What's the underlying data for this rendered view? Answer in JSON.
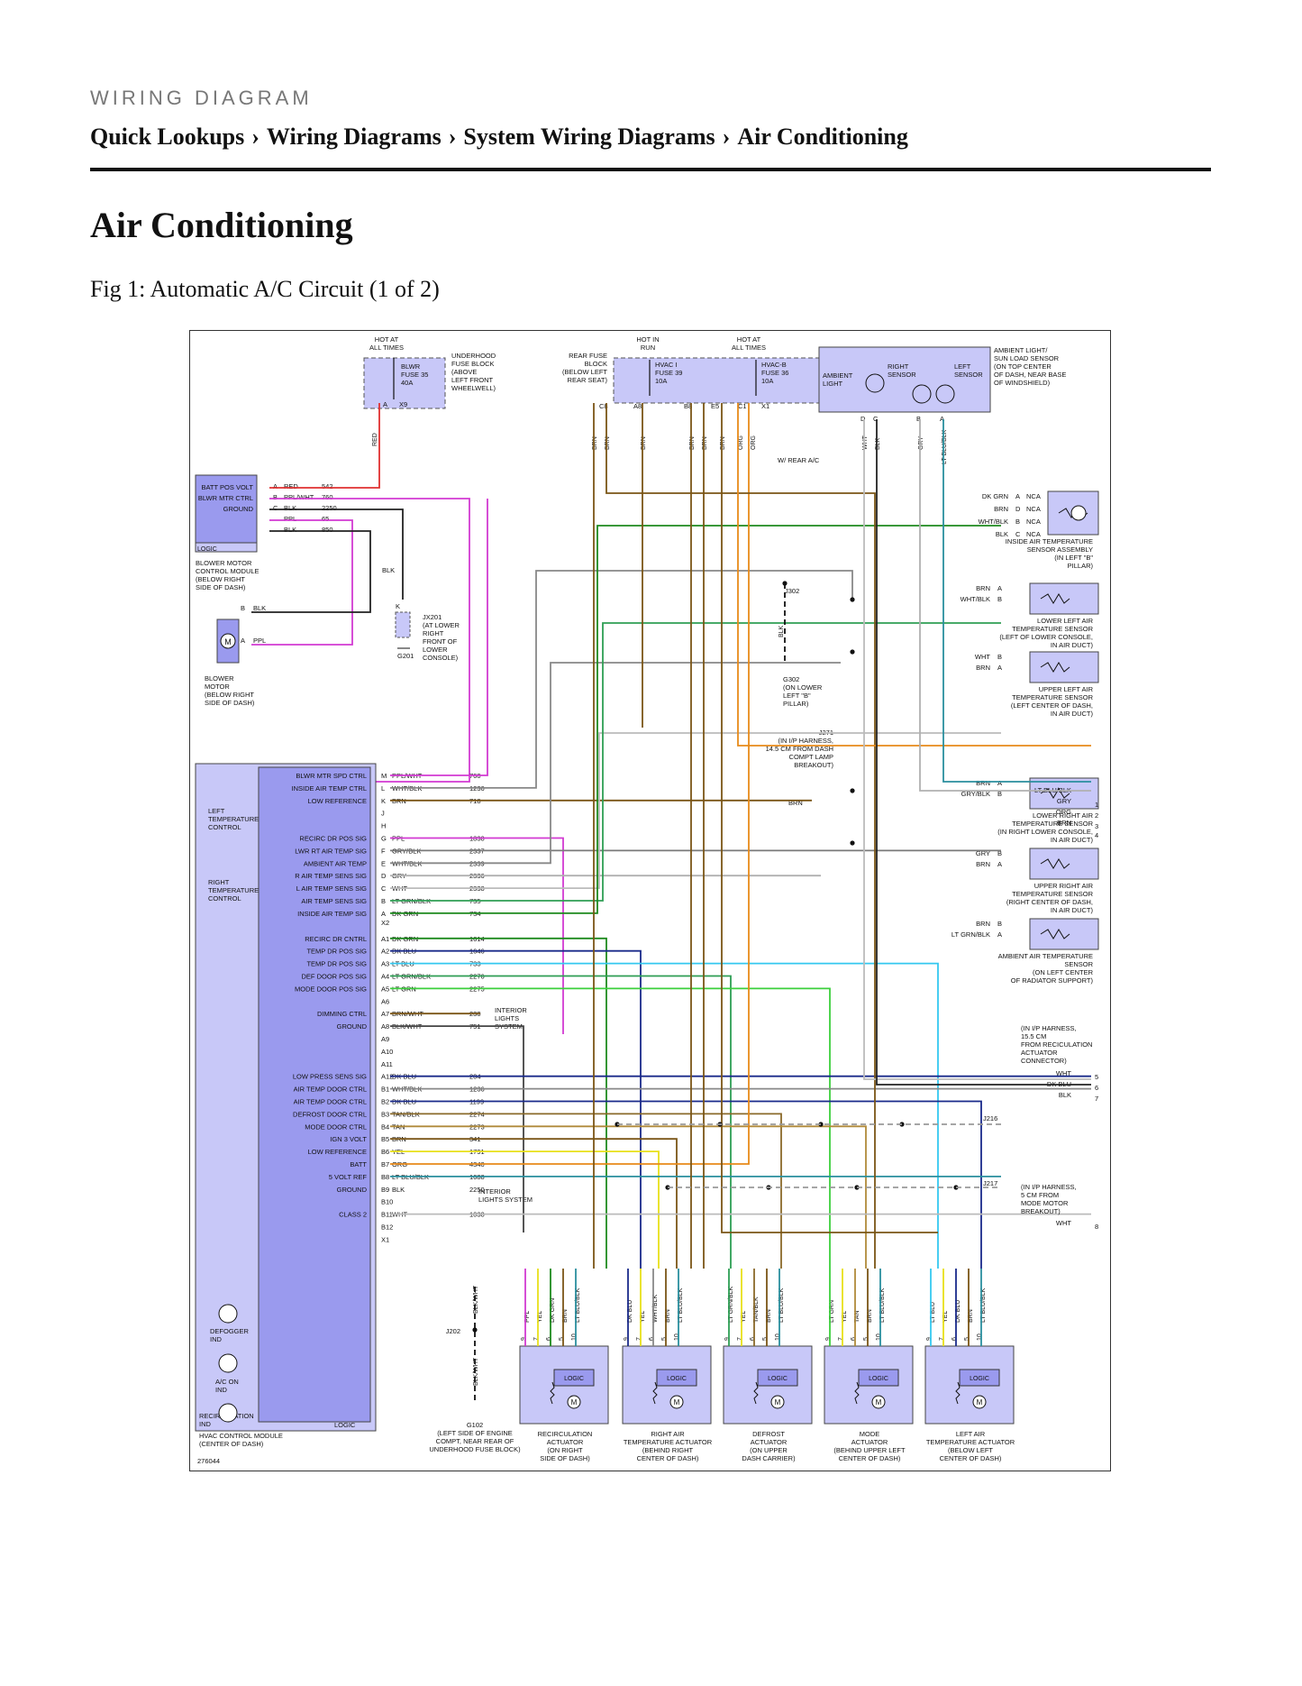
{
  "header": {
    "kicker": "WIRING DIAGRAM",
    "breadcrumb": [
      "Quick Lookups",
      "Wiring Diagrams",
      "System Wiring Diagrams",
      "Air Conditioning"
    ],
    "separator": "›"
  },
  "page": {
    "title": "Air Conditioning",
    "figure_caption": "Fig 1: Automatic A/C Circuit (1 of 2)"
  },
  "diagram": {
    "figure_id": "276044",
    "labels": {
      "hot_at_all_times_1": "HOT AT\nALL TIMES",
      "hot_in_run": "HOT IN\nRUN",
      "hot_at_all_times_2": "HOT AT\nALL TIMES",
      "underhood_fuse_block": "UNDERHOOD\nFUSE BLOCK\n(ABOVE\nLEFT FRONT\nWHEELWELL)",
      "rear_fuse_block": "REAR FUSE\nBLOCK\n(BELOW LEFT\nREAR SEAT)",
      "blwr_fuse": "BLWR\nFUSE 35\n40A",
      "hvac_i_fuse": "HVAC I\nFUSE 39\n10A",
      "hvac_b_fuse": "HVAC-B\nFUSE 36\n10A",
      "ambient_light": "AMBIENT\nLIGHT",
      "right_sensor": "RIGHT\nSENSOR",
      "left_sensor": "LEFT\nSENSOR",
      "ambient_sensor_desc": "AMBIENT LIGHT/\nSUN LOAD SENSOR\n(ON TOP CENTER\nOF DASH, NEAR BASE\nOF WINDSHIELD)",
      "w_rear_ac": "W/ REAR A/C",
      "blower_module_desc": "BLOWER MOTOR\nCONTROL MODULE\n(BELOW RIGHT\nSIDE OF DASH)",
      "blower_motor_desc": "BLOWER\nMOTOR\n(BELOW RIGHT\nSIDE OF DASH)",
      "jx201": "JX201\n(AT LOWER\nRIGHT\nFRONT OF\nLOWER\nCONSOLE)",
      "g201": "G201",
      "j302": "J302",
      "g302": "G302\n(ON LOWER\nLEFT \"B\"\nPILLAR)",
      "j271": "J271\n(IN I/P HARNESS,\n14.5 CM FROM DASH\nCOMPT LAMP\nBREAKOUT)",
      "inside_air_sensor": "INSIDE AIR TEMPERATURE\nSENSOR ASSEMBLY\n(IN LEFT \"B\"\nPILLAR)",
      "lower_left_sensor": "LOWER LEFT AIR\nTEMPERATURE SENSOR\n(LEFT OF LOWER CONSOLE,\nIN AIR DUCT)",
      "upper_left_sensor": "UPPER LEFT AIR\nTEMPERATURE SENSOR\n(LEFT CENTER OF DASH,\nIN AIR DUCT)",
      "lower_right_sensor": "LOWER RIGHT AIR\nTEMPERATURE SENSOR\n(IN RIGHT LOWER CONSOLE,\nIN AIR DUCT)",
      "upper_right_sensor": "UPPER RIGHT AIR\nTEMPERATURE SENSOR\n(RIGHT CENTER OF DASH,\nIN AIR DUCT)",
      "ambient_air_sensor": "AMBIENT AIR TEMPERATURE\nSENSOR\n(ON LEFT CENTER\nOF RADIATOR SUPPORT)",
      "left_temp_control": "LEFT\nTEMPERATURE\nCONTROL",
      "right_temp_control": "RIGHT\nTEMPERATURE\nCONTROL",
      "defogger_ind": "DEFOGGER\nIND",
      "ac_on_ind": "A/C ON\nIND",
      "recirc_ind": "RECIRCULATION\nIND",
      "hvac_module_desc": "HVAC CONTROL MODULE\n(CENTER OF DASH)",
      "interior_lights_1": "INTERIOR\nLIGHTS\nSYSTEM",
      "interior_lights_2": "INTERIOR\nLIGHTS SYSTEM",
      "j202": "J202",
      "g102": "G102\n(LEFT SIDE OF ENGINE\nCOMPT, NEAR REAR OF\nUNDERHOOD FUSE BLOCK)",
      "j216": "J216",
      "j216_desc": "(IN I/P HARNESS,\n15.5 CM\nFROM RECICULATION\nACTUATOR\nCONNECTOR)",
      "j217": "J217",
      "j217_desc": "(IN I/P HARNESS,\n5 CM FROM\nMODE MOTOR\nBREAKOUT)",
      "logic": "LOGIC",
      "x9": "X9",
      "x1": "X1",
      "x2": "X2",
      "blk_ground": "BLK",
      "blk_wht": "BLK/WHT"
    },
    "bmcm_pins": [
      {
        "label": "BATT POS VOLT",
        "pin": "A",
        "color": "RED",
        "circuit": "542"
      },
      {
        "label": "BLWR MTR CTRL",
        "pin": "B",
        "color": "PPL/WHT",
        "circuit": "760"
      },
      {
        "label": "GROUND",
        "pin": "C",
        "color": "BLK",
        "circuit": "2250"
      },
      {
        "label": "",
        "pin": "",
        "color": "PPL",
        "circuit": "65"
      },
      {
        "label": "",
        "pin": "",
        "color": "BLK",
        "circuit": "850"
      }
    ],
    "blower_motor_pins": [
      {
        "pin": "B",
        "color": "BLK"
      },
      {
        "pin": "A",
        "color": "PPL"
      }
    ],
    "hvac_pins_top": [
      {
        "label": "BLWR MTR SPD CTRL",
        "pin": "M",
        "color": "PPL/WHT",
        "circuit": "760"
      },
      {
        "label": "INSIDE AIR TEMP CTRL",
        "pin": "L",
        "color": "WHT/BLK",
        "circuit": "1236"
      },
      {
        "label": "LOW REFERENCE",
        "pin": "K",
        "color": "BRN",
        "circuit": "718"
      },
      {
        "label": "",
        "pin": "J",
        "color": "",
        "circuit": ""
      },
      {
        "label": "",
        "pin": "H",
        "color": "",
        "circuit": ""
      },
      {
        "label": "RECIRC DR POS SIG",
        "pin": "G",
        "color": "PPL",
        "circuit": "1838"
      },
      {
        "label": "LWR RT AIR TEMP SIG",
        "pin": "F",
        "color": "GRY/BLK",
        "circuit": "2337"
      },
      {
        "label": "AMBIENT AIR TEMP",
        "pin": "E",
        "color": "WHT/BLK",
        "circuit": "2339"
      },
      {
        "label": "R AIR TEMP SENS SIG",
        "pin": "D",
        "color": "GRY",
        "circuit": "2336"
      },
      {
        "label": "L AIR TEMP SENS SIG",
        "pin": "C",
        "color": "WHT",
        "circuit": "2338"
      },
      {
        "label": "AIR TEMP SENS SIG",
        "pin": "B",
        "color": "LT GRN/BLK",
        "circuit": "735"
      },
      {
        "label": "INSIDE AIR TEMP SIG",
        "pin": "A",
        "color": "DK GRN",
        "circuit": "734"
      }
    ],
    "hvac_pins_a": [
      {
        "label": "RECIRC DR CNTRL",
        "pin": "A1",
        "color": "DK GRN",
        "circuit": "1614"
      },
      {
        "label": "TEMP DR POS SIG",
        "pin": "A2",
        "color": "DK BLU",
        "circuit": "1646"
      },
      {
        "label": "TEMP DR POS SIG",
        "pin": "A3",
        "color": "LT BLU",
        "circuit": "733"
      },
      {
        "label": "DEF DOOR POS SIG",
        "pin": "A4",
        "color": "LT GRN/BLK",
        "circuit": "2276"
      },
      {
        "label": "MODE DOOR POS SIG",
        "pin": "A5",
        "color": "LT GRN",
        "circuit": "2275"
      },
      {
        "label": "",
        "pin": "A6",
        "color": "",
        "circuit": ""
      },
      {
        "label": "DIMMING CTRL",
        "pin": "A7",
        "color": "BRN/WHT",
        "circuit": "230"
      },
      {
        "label": "GROUND",
        "pin": "A8",
        "color": "BLK/WHT",
        "circuit": "751"
      },
      {
        "label": "",
        "pin": "A9",
        "color": "",
        "circuit": ""
      },
      {
        "label": "",
        "pin": "A10",
        "color": "",
        "circuit": ""
      },
      {
        "label": "",
        "pin": "A11",
        "color": "",
        "circuit": ""
      },
      {
        "label": "LOW PRESS SENS SIG",
        "pin": "A12",
        "color": "DK BLU",
        "circuit": "204"
      }
    ],
    "hvac_pins_b": [
      {
        "label": "AIR TEMP DOOR CTRL",
        "pin": "B1",
        "color": "WHT/BLK",
        "circuit": "1236"
      },
      {
        "label": "AIR TEMP DOOR CTRL",
        "pin": "B2",
        "color": "DK BLU",
        "circuit": "1199"
      },
      {
        "label": "DEFROST DOOR CTRL",
        "pin": "B3",
        "color": "TAN/BLK",
        "circuit": "2274"
      },
      {
        "label": "MODE DOOR CTRL",
        "pin": "B4",
        "color": "TAN",
        "circuit": "2273"
      },
      {
        "label": "IGN 3 VOLT",
        "pin": "B5",
        "color": "BRN",
        "circuit": "341"
      },
      {
        "label": "LOW REFERENCE",
        "pin": "B6",
        "color": "YEL",
        "circuit": "1791"
      },
      {
        "label": "BATT",
        "pin": "B7",
        "color": "ORG",
        "circuit": "4340"
      },
      {
        "label": "5 VOLT REF",
        "pin": "B8",
        "color": "LT BLU/BLK",
        "circuit": "1688"
      },
      {
        "label": "GROUND",
        "pin": "B9",
        "color": "BLK",
        "circuit": "2250"
      },
      {
        "label": "",
        "pin": "B10",
        "color": "",
        "circuit": ""
      },
      {
        "label": "CLASS 2",
        "pin": "B11",
        "color": "WHT",
        "circuit": "1038"
      },
      {
        "label": "",
        "pin": "B12",
        "color": "",
        "circuit": ""
      }
    ],
    "top_wires": [
      {
        "pin": "C8",
        "colors": [
          "BRN",
          "BRN"
        ]
      },
      {
        "pin": "A8",
        "colors": [
          "BRN"
        ]
      },
      {
        "pin": "B8",
        "colors": [
          "BRN"
        ]
      },
      {
        "pin": "E5",
        "colors": [
          "BRN",
          "BRN"
        ]
      },
      {
        "pin": "C1",
        "colors": [
          "BRN",
          "ORG"
        ]
      },
      {
        "pin": "X1",
        "colors": [
          "ORG"
        ]
      }
    ],
    "ambient_sensor_pins": [
      {
        "pin": "D",
        "color": "WHT"
      },
      {
        "pin": "C",
        "color": "BLK"
      },
      {
        "pin": "B",
        "color": "GRY"
      },
      {
        "pin": "A",
        "color": "LT BLU/BLK"
      }
    ],
    "right_sensors": [
      {
        "pins": [
          {
            "color": "DK GRN",
            "pin": "A",
            "term": "NCA"
          },
          {
            "color": "BRN",
            "pin": "D",
            "term": "NCA"
          },
          {
            "color": "WHT/BLK",
            "pin": "B",
            "term": "NCA"
          },
          {
            "color": "BLK",
            "pin": "C",
            "term": "NCA"
          }
        ]
      },
      {
        "pins": [
          {
            "color": "BRN",
            "pin": "A"
          },
          {
            "color": "WHT/BLK",
            "pin": "B"
          }
        ]
      },
      {
        "pins": [
          {
            "color": "WHT",
            "pin": "B"
          },
          {
            "color": "BRN",
            "pin": "A"
          }
        ]
      },
      {
        "pins": [
          {
            "color": "BRN",
            "pin": "A"
          },
          {
            "color": "GRY/BLK",
            "pin": "B"
          }
        ]
      },
      {
        "pins": [
          {
            "color": "GRY",
            "pin": "B"
          },
          {
            "color": "BRN",
            "pin": "A"
          }
        ]
      },
      {
        "pins": [
          {
            "color": "BRN",
            "pin": "B"
          },
          {
            "color": "LT GRN/BLK",
            "pin": "A"
          }
        ]
      }
    ],
    "right_continuations": [
      {
        "color": "LT BLU/BLK",
        "num": ""
      },
      {
        "color": "GRY",
        "num": "1"
      },
      {
        "color": "ORG",
        "num": "2"
      },
      {
        "color": "BRN",
        "num": "3"
      },
      {
        "color": "",
        "num": "4"
      },
      {
        "color": "WHT",
        "num": "5"
      },
      {
        "color": "DK BLU",
        "num": "6"
      },
      {
        "color": "BLK",
        "num": "7"
      },
      {
        "color": "WHT",
        "num": "8"
      }
    ],
    "j271_wire": "BRN",
    "actuators": [
      {
        "name": "RECIRCULATION\nACTUATOR\n(ON RIGHT\nSIDE OF DASH)",
        "pins": [
          "9",
          "7",
          "6",
          "5",
          "10"
        ],
        "colors": [
          "PPL",
          "YEL",
          "DK GRN",
          "BRN",
          "LT BLU/BLK"
        ]
      },
      {
        "name": "RIGHT AIR\nTEMPERATURE ACTUATOR\n(BEHIND RIGHT\nCENTER OF DASH)",
        "pins": [
          "9",
          "7",
          "6",
          "5",
          "10"
        ],
        "colors": [
          "DK BLU",
          "YEL",
          "WHT/BLK",
          "BRN",
          "LT BLU/BLK"
        ]
      },
      {
        "name": "DEFROST\nACTUATOR\n(ON UPPER\nDASH CARRIER)",
        "pins": [
          "9",
          "7",
          "6",
          "5",
          "10"
        ],
        "colors": [
          "LT GRN/BLK",
          "YEL",
          "TAN/BLK",
          "BRN",
          "LT BLU/BLK"
        ]
      },
      {
        "name": "MODE\nACTUATOR\n(BEHIND UPPER LEFT\nCENTER OF DASH)",
        "pins": [
          "9",
          "7",
          "6",
          "5",
          "10"
        ],
        "colors": [
          "LT GRN",
          "YEL",
          "TAN",
          "BRN",
          "LT BLU/BLK"
        ]
      },
      {
        "name": "LEFT AIR\nTEMPERATURE ACTUATOR\n(BELOW LEFT\nCENTER OF DASH)",
        "pins": [
          "9",
          "7",
          "6",
          "5",
          "10"
        ],
        "colors": [
          "LT BLU",
          "YEL",
          "DK BLU",
          "BRN",
          "LT BLU/BLK"
        ]
      }
    ],
    "wire_colors": {
      "RED": "#e03030",
      "PPL": "#d23ad2",
      "PPL/WHT": "#d23ad2",
      "BLK": "#222222",
      "BRN": "#7a5516",
      "ORG": "#e88a1a",
      "DK GRN": "#1e8a1e",
      "LT GRN": "#3ccf3c",
      "LT GRN/BLK": "#2e9e54",
      "DK BLU": "#1a2a8a",
      "LT BLU": "#35c8f0",
      "LT BLU/BLK": "#2a8f9e",
      "YEL": "#e8e01a",
      "WHT": "#bbbbbb",
      "WHT/BLK": "#888888",
      "GRY": "#b0b0b0",
      "GRY/BLK": "#7a7a7a",
      "TAN": "#b08a3a",
      "TAN/BLK": "#8a6a2a",
      "BLK/WHT": "#444444",
      "BRN/WHT": "#7a5516"
    }
  }
}
